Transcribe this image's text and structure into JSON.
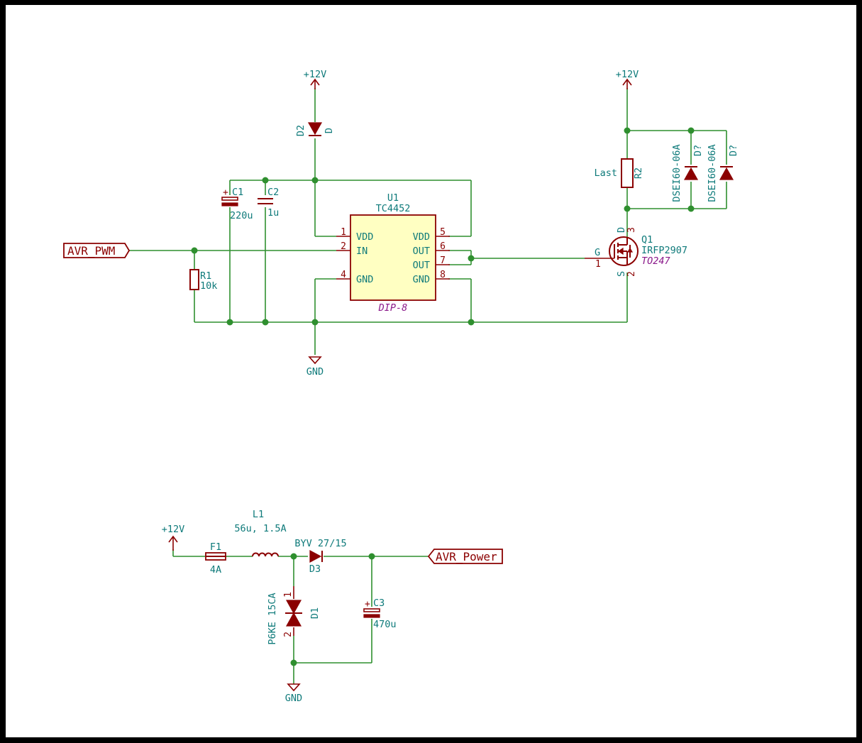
{
  "power": {
    "vcc_d2": "+12V",
    "vcc_load": "+12V",
    "vcc_supply": "+12V",
    "gnd_driver": "GND",
    "gnd_supply": "GND"
  },
  "labels": {
    "avr_pwm": "AVR_PWM",
    "avr_power": "AVR_Power"
  },
  "u1": {
    "ref": "U1",
    "value": "TC4452",
    "footprint": "DIP-8",
    "pins": [
      {
        "num": "1",
        "name": "VDD"
      },
      {
        "num": "2",
        "name": "IN"
      },
      {
        "num": "4",
        "name": "GND"
      },
      {
        "num": "5",
        "name": "VDD"
      },
      {
        "num": "6",
        "name": "OUT"
      },
      {
        "num": "7",
        "name": "OUT"
      },
      {
        "num": "8",
        "name": "GND"
      }
    ]
  },
  "q1": {
    "ref": "Q1",
    "value": "IRFP2907",
    "footprint": "TO247",
    "pin_g": "G",
    "pin_d": "D",
    "pin_s": "S",
    "num_g": "1",
    "num_d": "3",
    "num_s": "2"
  },
  "c1": {
    "ref": "C1",
    "value": "220u"
  },
  "c2": {
    "ref": "C2",
    "value": "1u"
  },
  "c3": {
    "ref": "C3",
    "value": "470u"
  },
  "r1": {
    "ref": "R1",
    "value": "10k"
  },
  "r2": {
    "ref": "R2",
    "value": "Last"
  },
  "d2": {
    "ref": "D2",
    "value": "D"
  },
  "dq_a": {
    "ref": "D?",
    "value": "DSEI60-06A"
  },
  "dq_b": {
    "ref": "D?",
    "value": "DSEI60-06A"
  },
  "f1": {
    "ref": "F1",
    "value": "4A"
  },
  "l1": {
    "ref": "L1",
    "value": "56u, 1.5A"
  },
  "d3": {
    "ref": "D3",
    "value": "BYV 27/15"
  },
  "d1": {
    "ref": "D1",
    "value": "P6KE 15CA",
    "pin1": "1",
    "pin2": "2"
  },
  "colors": {
    "wire": "#2f8f2f",
    "part": "#8b0000",
    "text": "#0e7a7a",
    "footprint": "#8b1a8b",
    "ic_fill": "#ffffc2",
    "sheet": "#ffffff"
  }
}
